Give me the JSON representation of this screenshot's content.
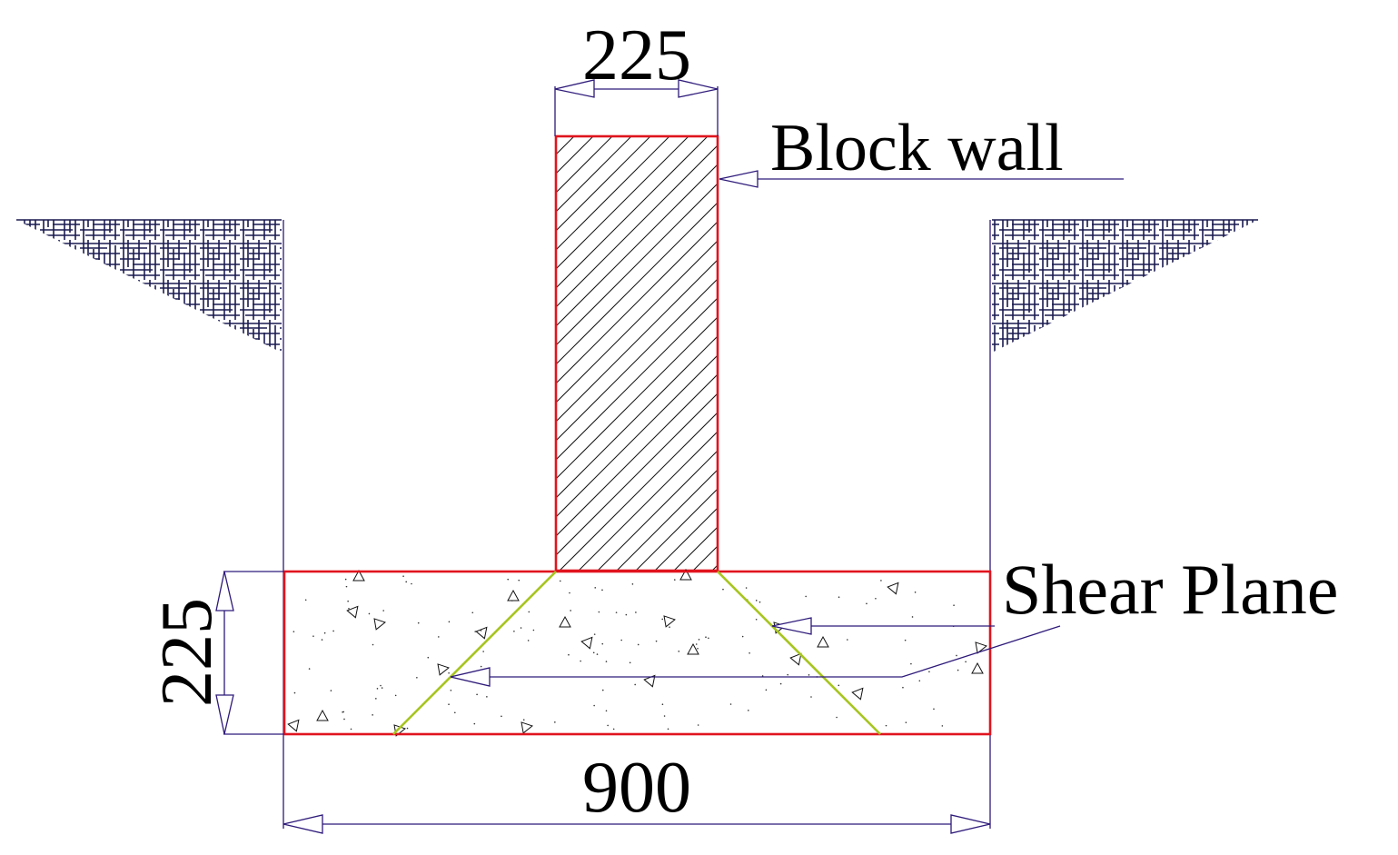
{
  "drawing": {
    "type": "strip-footing-section",
    "colors": {
      "outline": "#e0141e",
      "dimension": "#2e1a7a",
      "shear_plane": "#a7c520",
      "text": "#000000",
      "soil_hatch": "#1a1a50"
    },
    "dimensions": {
      "wall_width": "225",
      "footing_depth": "225",
      "footing_width": "900"
    },
    "labels": {
      "block_wall": "Block wall",
      "shear_plane": "Shear Plane"
    }
  }
}
